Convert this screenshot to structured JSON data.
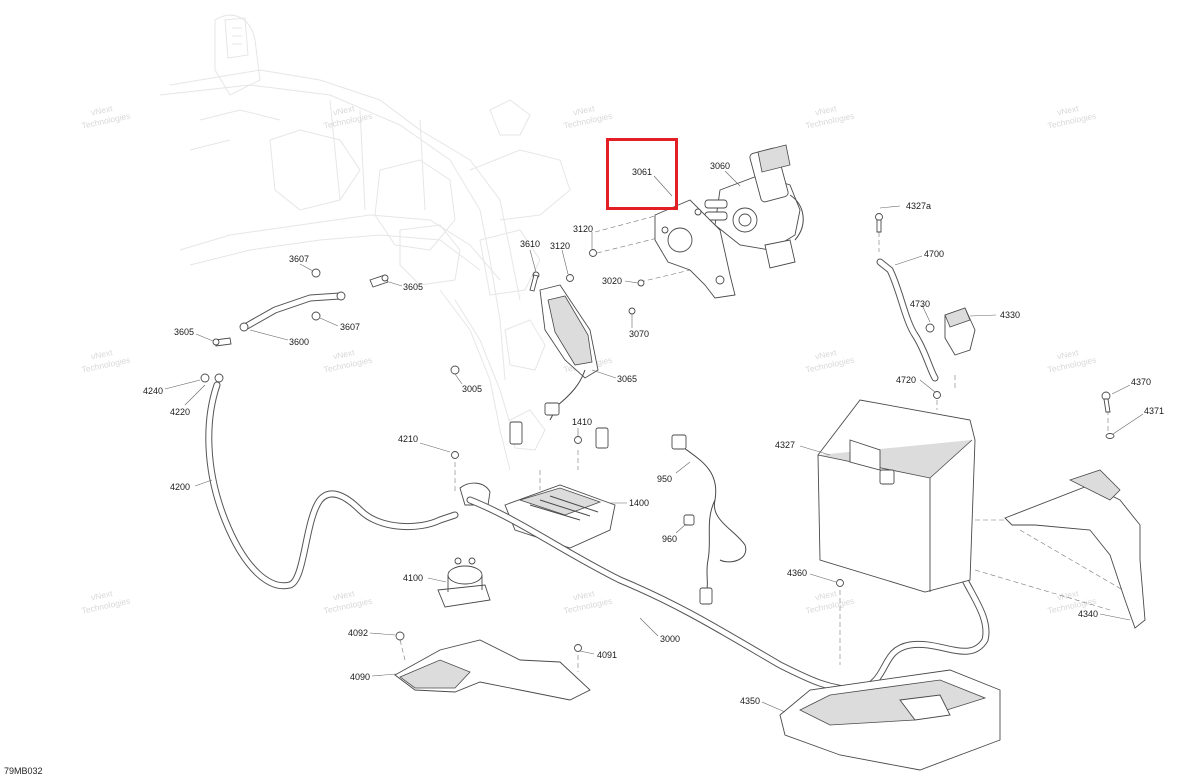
{
  "diagram_code": "79MB032",
  "watermark_text": [
    "vNext",
    "Technologies"
  ],
  "highlight_color": "#e41e25",
  "highlighted_part": "3061",
  "part_labels": {
    "p3061": "3061",
    "p3060": "3060",
    "p4327a": "4327a",
    "p3120a": "3120",
    "p3120b": "3120",
    "p3610": "3610",
    "p3607a": "3607",
    "p3605a": "3605",
    "p3020": "3020",
    "p4700": "4700",
    "p4730": "4730",
    "p4330": "4330",
    "p3605b": "3605",
    "p3607b": "3607",
    "p3600": "3600",
    "p3070": "3070",
    "p3065": "3065",
    "p3005": "3005",
    "p4720": "4720",
    "p4370": "4370",
    "p4240": "4240",
    "p4220": "4220",
    "p4371": "4371",
    "p1410": "1410",
    "p4210": "4210",
    "p4327": "4327",
    "p950": "950",
    "p4200": "4200",
    "p1400": "1400",
    "p960": "960",
    "p4100": "4100",
    "p4360": "4360",
    "p4340": "4340",
    "p3000": "3000",
    "p4092": "4092",
    "p4091": "4091",
    "p4090": "4090",
    "p4350": "4350"
  }
}
